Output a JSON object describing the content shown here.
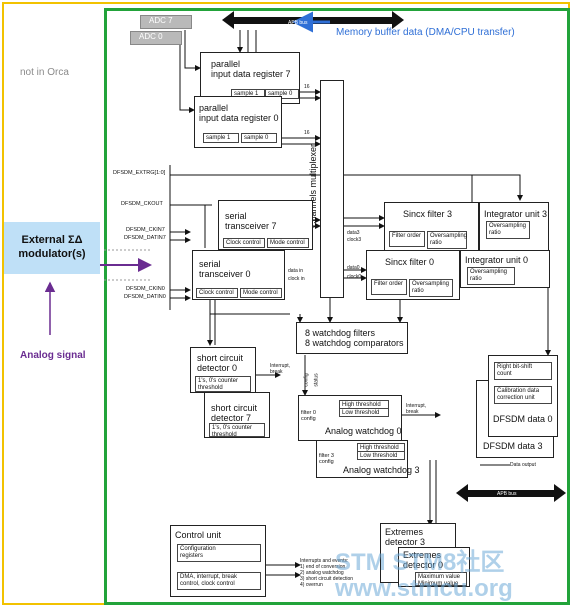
{
  "labels": {
    "adc7": "ADC 7",
    "adc0": "ADC 0",
    "not_in_orca": "not in Orca",
    "apb_bus_top": "APB bus",
    "apb_bus_bottom": "APB bus",
    "memory_buffer": "Memory buffer data (DMA/CPU transfer)",
    "parallel_reg7": "parallel\ninput data register 7",
    "parallel_reg0": "parallel\ninput data register 0",
    "sample1": "sample 1",
    "sample0": "sample 0",
    "bits16": "16",
    "channels_mux": "Channels multiplexer",
    "extrig": "DFSDM_EXTRG[1:0]",
    "ckout": "DFSDM_CKOUT",
    "ckin7": "DFSDM_CKIN7",
    "datin7": "DFSDM_DATIN7",
    "ckin0": "DFSDM_CKIN0",
    "datin0": "DFSDM_DATIN0",
    "external_mod": "External ΣΔ\nmodulator(s)",
    "analog_signal": "Analog signal",
    "serial7": "serial\ntransceiver 7",
    "serial0": "serial\ntransceiver 0",
    "clock_control": "Clock control",
    "mode_control": "Mode control",
    "data_in": "data in",
    "clock_in": "clock in",
    "data3": "data3",
    "clock3": "clock3",
    "data0": "data0",
    "clock0": "clock0",
    "sinc3": "Sincx filter 3",
    "sinc0": "Sincx filter 0",
    "filter_order": "Filter order",
    "oversampling_ratio": "Oversampling\nratio",
    "integrator3": "Integrator unit 3",
    "integrator0": "Integrator unit 0",
    "watchdog_filters": "8 watchdog filters\n8 watchdog comparators",
    "scd0": "short circuit\ndetector 0",
    "scd7": "short circuit\ndetector 7",
    "counter_threshold": "1's, 0's counter\nthreshold",
    "interrupt_break": "Interrupt,\nbreak",
    "config": "config",
    "status": "status",
    "filter0_config": "filter 0\nconfig",
    "filter3_config": "filter 3\nconfig",
    "high_threshold": "High threshold",
    "low_threshold": "Low threshold",
    "awd0": "Analog watchdog 0",
    "awd3": "Analog watchdog 3",
    "right_bitshift": "Right bit-shift\ncount",
    "calibration": "Calibration data\ncorrection unit",
    "dfsdm_data0": "DFSDM data 0",
    "dfsdm_data3": "DFSDM data 3",
    "data_output": "Data output",
    "control_unit": "Control unit",
    "config_registers": "Configuration\nregisters",
    "dma_interrupt": "DMA, interrupt, break\ncontrol, clock control",
    "interrupts_events": "Interrupts and events:\n1) end of conversion\n2) analog watchdog\n3) short circuit detection\n4) overrun",
    "extremes3": "Extremes\ndetector 3",
    "extremes0": "Extremes\ndetector 0",
    "max_min": "Maximum value\nMinimum value",
    "watermark": "STM STM8社区\nwww.stmcu.org"
  },
  "colors": {
    "yellow_frame": "#f2c200",
    "green_frame": "#22a33a",
    "blue_arrow": "#2f6fd6",
    "purple": "#6a2c91",
    "ext_box": "#bfe0f7"
  }
}
